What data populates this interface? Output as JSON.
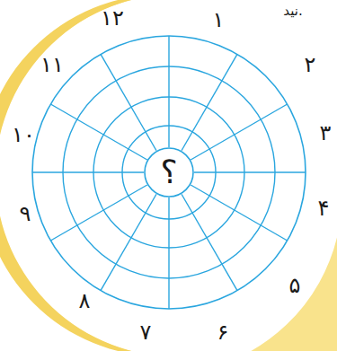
{
  "diagram": {
    "nodes": [
      {
        "text": [
          "؟"
        ]
      }
    ],
    "labels": [
      "نید.",
      "۱۲",
      "۱",
      "۲",
      "۳",
      "۴",
      "۵",
      "۶",
      "۷",
      "۸",
      "۹",
      "۱۰",
      "۱۱"
    ]
  }
}
